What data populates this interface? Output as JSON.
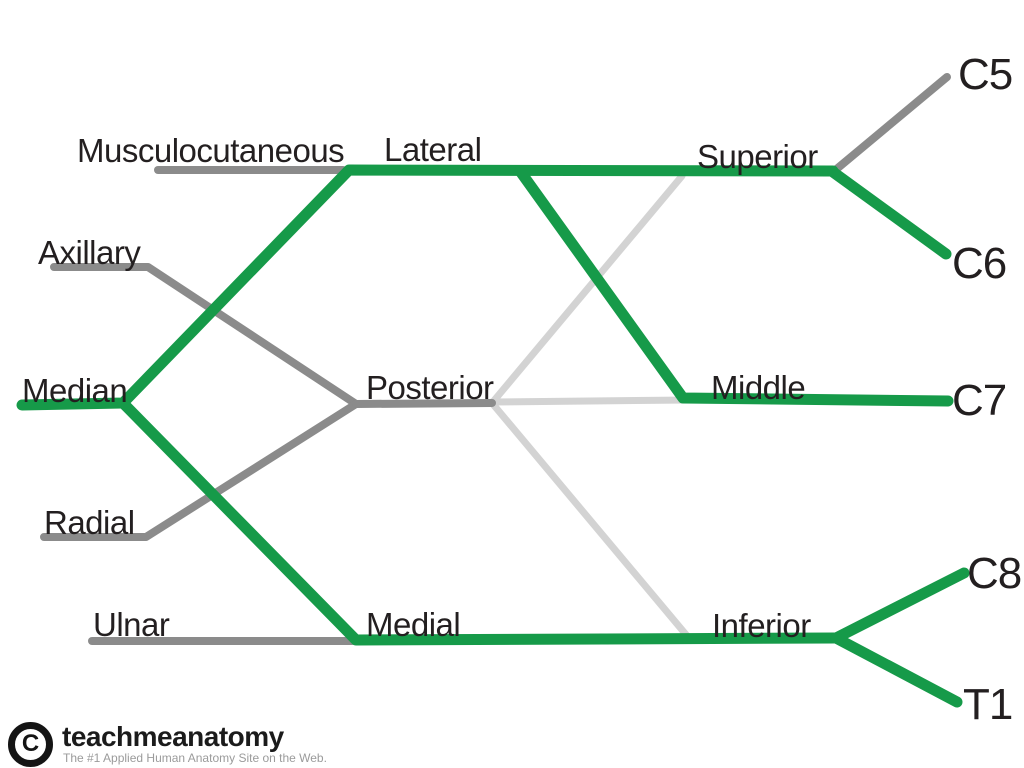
{
  "colors": {
    "highlight_green": "#169A49",
    "nerve_gray": "#8B8B8B",
    "division_light_gray": "#D3D3D3",
    "text": "#231F20",
    "tagline_gray": "#9B9B9B"
  },
  "labels": {
    "terminal_branches": {
      "musculocutaneous": "Musculocutaneous",
      "axillary": "Axillary",
      "median": "Median",
      "radial": "Radial",
      "ulnar": "Ulnar"
    },
    "cords": {
      "lateral": "Lateral",
      "posterior": "Posterior",
      "medial": "Medial"
    },
    "trunks": {
      "superior": "Superior",
      "middle": "Middle",
      "inferior": "Inferior"
    },
    "roots": {
      "c5": "C5",
      "c6": "C6",
      "c7": "C7",
      "c8": "C8",
      "t1": "T1"
    }
  },
  "footer": {
    "copyright_letter": "C",
    "brand": "teachmeanatomy",
    "tagline": "The #1 Applied Human Anatomy Site on the Web."
  }
}
